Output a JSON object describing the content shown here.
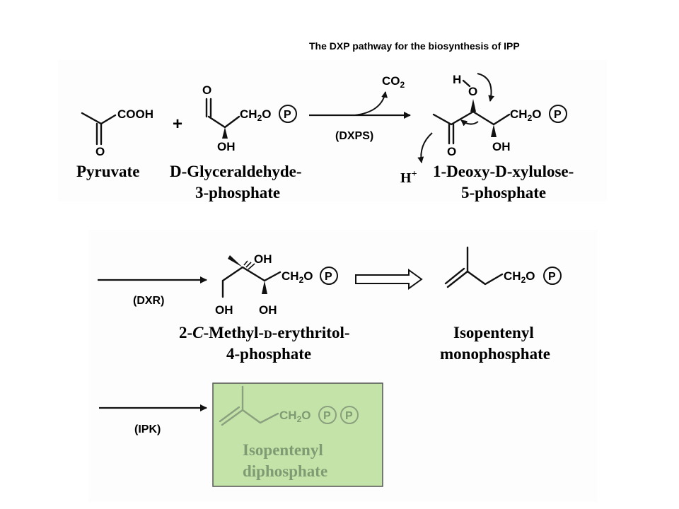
{
  "title": "The DXP pathway for the biosynthesis of  IPP",
  "highlight_color": "#c4e3a8",
  "highlight_text_color": "#7f9b73",
  "compounds": {
    "pyruvate": {
      "name": "Pyruvate",
      "group": "COOH",
      "o": "O"
    },
    "g3p": {
      "name_line1": "D-Glyceraldehyde-",
      "name_line2": "3-phosphate",
      "top_o": "O",
      "oh": "OH",
      "ch2o": "CH",
      "ch2o_sub": "2",
      "ch2o_tail": "O",
      "p": "P"
    },
    "dxp": {
      "name_line1": "1-Deoxy-D-xylulose-",
      "name_line2": "5-phosphate",
      "h": "H",
      "o_top": "O",
      "o_bottom": "O",
      "oh": "OH",
      "ch2o": "CH",
      "ch2o_sub": "2",
      "ch2o_tail": "O",
      "p": "P",
      "h_plus": "H",
      "plus_sign": "+"
    },
    "mep": {
      "name_prefix": "2-",
      "name_italic": "C",
      "name_mid": "-Methyl-",
      "name_small": "D",
      "name_suffix": "-erythritol-",
      "name_line2": "4-phosphate",
      "oh_top": "OH",
      "oh_left": "OH",
      "oh_right": "OH",
      "ch2o": "CH",
      "ch2o_sub": "2",
      "ch2o_tail": "O",
      "p": "P"
    },
    "ipm": {
      "name_line1": "Isopentenyl",
      "name_line2": "monophosphate",
      "ch2o": "CH",
      "ch2o_sub": "2",
      "ch2o_tail": "O",
      "p": "P"
    },
    "ipp": {
      "name_line1": "Isopentenyl",
      "name_line2": "diphosphate",
      "ch2o": "CH",
      "ch2o_sub": "2",
      "ch2o_tail": "O",
      "p1": "P",
      "p2": "P"
    }
  },
  "plus": "+",
  "co2": {
    "c": "CO",
    "sub": "2"
  },
  "enzymes": {
    "dxps": "(DXPS)",
    "dxr": "(DXR)",
    "ipk": "(IPK)"
  }
}
